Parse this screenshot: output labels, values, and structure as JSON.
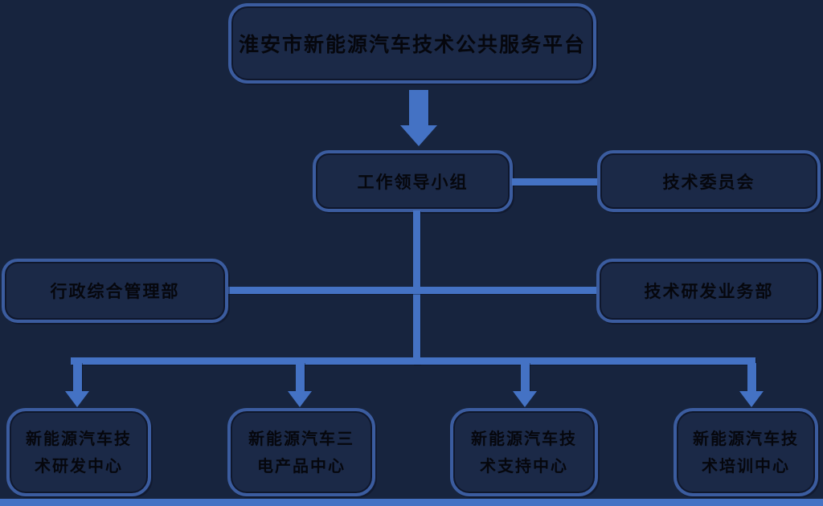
{
  "diagram": {
    "type": "org-chart",
    "colors": {
      "background": "#17243e",
      "box_fill": "#1b2947",
      "box_border": "#3b5c9f",
      "connector": "#4472c4",
      "text": "#06070d"
    },
    "nodes": {
      "root": {
        "label": "淮安市新能源汽车技术公共服务平台"
      },
      "leading_group": {
        "label": "工作领导小组"
      },
      "tech_committee": {
        "label": "技术委员会"
      },
      "admin_dept": {
        "label": "行政综合管理部"
      },
      "rd_dept": {
        "label": "技术研发业务部"
      },
      "centers": [
        {
          "label": "新能源汽车技术研发中心",
          "line1": "新能源汽车技",
          "line2": "术研发中心"
        },
        {
          "label": "新能源汽车三电产品中心",
          "line1": "新能源汽车三",
          "line2": "电产品中心"
        },
        {
          "label": "新能源汽车技术支持中心",
          "line1": "新能源汽车技",
          "line2": "术支持中心"
        },
        {
          "label": "新能源汽车技术培训中心",
          "line1": "新能源汽车技",
          "line2": "术培训中心"
        }
      ]
    }
  }
}
